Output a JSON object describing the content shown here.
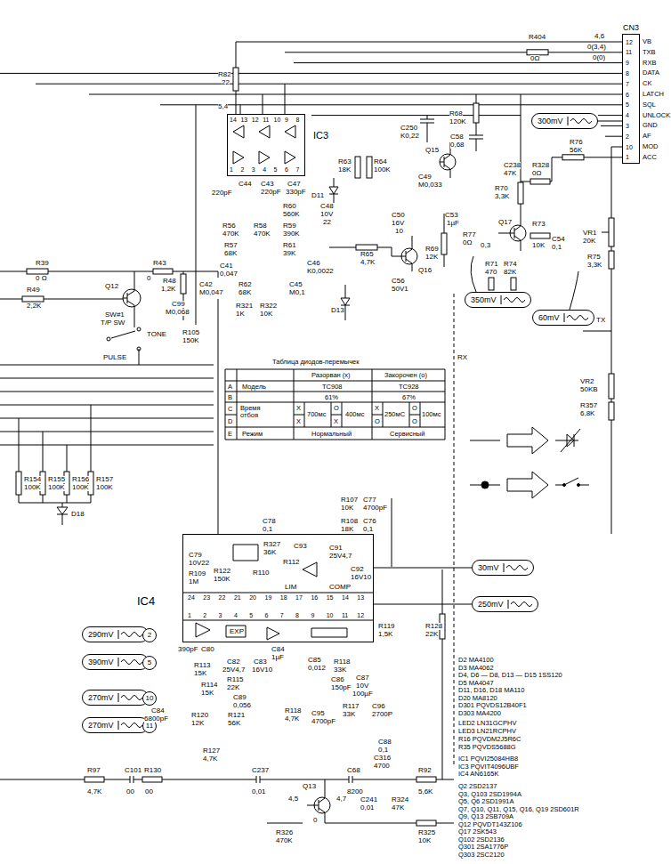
{
  "diagram": {
    "nodes": [
      {
        "text": [
          "IC3"
        ]
      },
      {
        "text": [
          "CN3"
        ]
      },
      {
        "text": [
          "300mV"
        ]
      },
      {
        "text": [
          "350mV"
        ]
      },
      {
        "text": [
          "60mV"
        ]
      },
      {
        "text": [
          "IC4"
        ]
      },
      {
        "text": [
          "30mV"
        ]
      },
      {
        "text": [
          "250mV"
        ]
      },
      {
        "text": [
          "290mV"
        ]
      },
      {
        "text": [
          "2"
        ]
      },
      {
        "text": [
          "390mV"
        ]
      },
      {
        "text": [
          "5"
        ]
      },
      {
        "text": [
          "270mV"
        ]
      },
      {
        "text": [
          "10"
        ]
      },
      {
        "text": [
          "270mV"
        ]
      },
      {
        "text": [
          "11"
        ]
      }
    ],
    "edges": [
      {
        "from": 2,
        "to": 1,
        "arrow": "none"
      },
      {
        "from": 6,
        "to": 5,
        "arrow": "none"
      },
      {
        "from": 7,
        "to": 5,
        "arrow": "none"
      }
    ],
    "labels": [
      "12",
      "VB",
      "11",
      "TXB",
      "9",
      "RXB",
      "8",
      "DATA",
      "7",
      "CK",
      "6",
      "LATCH",
      "5",
      "SQL",
      "4",
      "UNLOCK",
      "3",
      "GND",
      "2",
      "AF",
      "10",
      "MOD",
      "1",
      "ACC",
      "4,6",
      "0(3,4)",
      "0(0)",
      "R404",
      "0Ω",
      "R82",
      "22",
      "5,4",
      "C250",
      "K0,22",
      "R68",
      "120K",
      "C58",
      "0,68",
      "Q15",
      "R63",
      "18K",
      "R64",
      "100K",
      "C49",
      "M0,033",
      "C48",
      "10V",
      "22",
      "D11",
      "C44",
      "220pF",
      "C43",
      "220pF",
      "C47",
      "330pF",
      "R56",
      "470K",
      "R58",
      "470K",
      "R60",
      "560K",
      "R59",
      "390K",
      "R57",
      "68K",
      "R61",
      "39K",
      "C41",
      "0,047",
      "C46",
      "K0,0022",
      "C42",
      "M0,047",
      "R62",
      "68K",
      "C45",
      "M0,1",
      "R321",
      "1K",
      "R322",
      "10K",
      "D13",
      "R39",
      "0 Ω",
      "R43",
      "0",
      "Q12",
      "R49",
      "2,2K",
      "R48",
      "1,2K",
      "C99",
      "M0,068",
      "R105",
      "150K",
      "SW#1",
      "T/P SW",
      "TONE",
      "PULSE",
      "R65",
      "4,7K",
      "C50",
      "16V",
      "10",
      "R69",
      "12K",
      "Q16",
      "C56",
      "50V1",
      "C53",
      "1µF",
      "R77",
      "0Ω",
      "Q17",
      "R70",
      "3,3K",
      "0,3",
      "R73",
      "10K",
      "C54",
      "0,1",
      "VR1",
      "20K",
      "R75",
      "3,3K",
      "R71",
      "470",
      "R74",
      "82K",
      "R76",
      "56K",
      "R328",
      "0Ω",
      "C238",
      "47K",
      "TX",
      "RX",
      "VR2",
      "50KB",
      "R357",
      "6,8K",
      "Таблица диодов-перемычек",
      "Разорван (x)",
      "Закорочен (o)",
      "A",
      "Модель",
      "TC908",
      "TC928",
      "B",
      "61%",
      "67%",
      "C",
      "Время отбоя",
      "X",
      "700мс",
      "O",
      "400мс",
      "X",
      "250мС",
      "O",
      "100мс",
      "D",
      "X",
      "X",
      "O",
      "O",
      "E",
      "Режим",
      "Нормальный",
      "Сервисный",
      "14",
      "13",
      "12",
      "11",
      "10",
      "9",
      "8",
      "1",
      "2",
      "3",
      "4",
      "5",
      "6",
      "7",
      "24",
      "23",
      "22",
      "21",
      "20",
      "19",
      "18",
      "17",
      "16",
      "15",
      "14",
      "13",
      "1",
      "2",
      "3",
      "4",
      "5",
      "6",
      "7",
      "8",
      "9",
      "10",
      "11",
      "12",
      "LIM",
      "COMP",
      "EXP",
      "C78",
      "0,1",
      "R327",
      "36K",
      "C93",
      "C79",
      "10V22",
      "R109",
      "1M",
      "R122",
      "150K",
      "R110",
      "R112",
      "C91",
      "25V4,7",
      "C92",
      "16V10",
      "R107",
      "10K",
      "C77",
      "4700pF",
      "R108",
      "18K",
      "C76",
      "0,1",
      "R119",
      "1,5K",
      "R128",
      "22K",
      "C80",
      "390pF",
      "R113",
      "15K",
      "C82",
      "25V4,7",
      "C83",
      "16V10",
      "C84",
      "1µF",
      "R114",
      "15K",
      "R115",
      "22K",
      "C89",
      "0,056",
      "C85",
      "0,012",
      "R118",
      "33K",
      "C86",
      "150pF",
      "C87",
      "10V",
      "100µF",
      "R117",
      "33K",
      "C96",
      "2700P",
      "C84",
      "6800pF",
      "R120",
      "12K",
      "R121",
      "56K",
      "R118",
      "4,7K",
      "C95",
      "4700pF",
      "C88",
      "0,1",
      "R127",
      "4,7K",
      "R97",
      "4,7K",
      "C101",
      "00",
      "R130",
      "00",
      "C237",
      "0,01",
      "C68",
      "8200",
      "C316",
      "4700",
      "R92",
      "5,6K",
      "Q13",
      "4,5",
      "0",
      "4,7",
      "C241",
      "0,01",
      "R324",
      "47K",
      "R325",
      "10K",
      "R326",
      "470K",
      "R154",
      "100K",
      "R155",
      "100K",
      "R156",
      "100K",
      "R157",
      "100K",
      "D18",
      "D2 MA4100",
      "D3 MA4062",
      "D4, D6 — D8, D13 — D15 1SS120",
      "D5 MA4047",
      "D11, D16, D18 MA110",
      "D20 MA8120",
      "D301 PQVDS12B40F1",
      "D303 MA4200",
      "LED2 LN31GCPHV",
      "LED3 LN21RCPHV",
      "R16 PQVDM2J5R6C",
      "R35 PQVDS5688G",
      "IC1 PQVI25084HB8",
      "IC3 PQVIT4096UBF",
      "IC4 AN6165K",
      "Q2 2SD2137",
      "Q3, Q103 2SD1994A",
      "Q5, Q6 2SD1991A",
      "Q7, Q10, Q11, Q15, Q16, Q19 2SD601R",
      "Q9, Q13 2SB709A",
      "Q12 PQVDT143Z106",
      "Q17 2SK543",
      "Q102 2SD2136",
      "Q301 2SA1776P",
      "Q303 2SC2120"
    ]
  }
}
